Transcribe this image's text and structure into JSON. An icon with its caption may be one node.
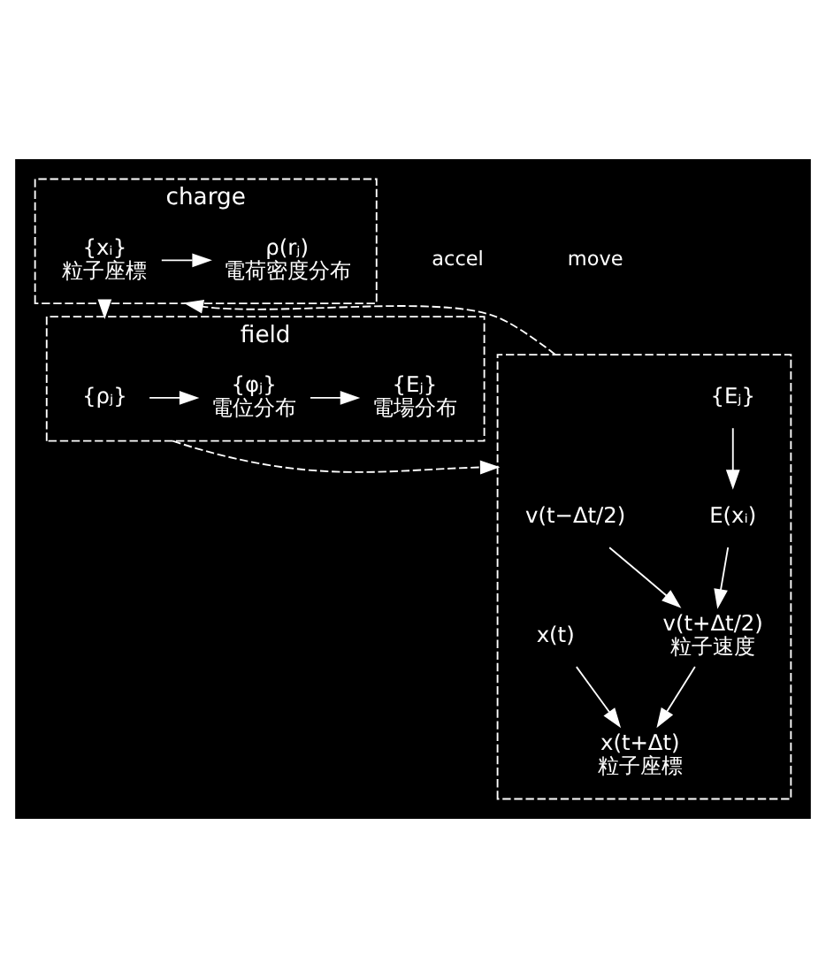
{
  "diagram": {
    "nodes": [
      {
        "text": [
          "charge"
        ]
      },
      {
        "text": [
          "{xᵢ}"
        ],
        "in": 0,
        "beside": [
          "粒子座標"
        ]
      },
      {
        "text": [
          "ρ(rⱼ)"
        ],
        "in": 0,
        "beside": [
          "電荷密度分布"
        ]
      },
      {
        "text": [
          "field"
        ]
      },
      {
        "text": [
          "{ρⱼ}"
        ],
        "in": 3
      },
      {
        "text": [
          "{φⱼ}"
        ],
        "in": 3,
        "beside": [
          "電位分布"
        ]
      },
      {
        "text": [
          "{Eⱼ}"
        ],
        "in": 3,
        "beside": [
          "電場分布"
        ]
      },
      {
        "text": [],
        "shape": "box"
      },
      {
        "text": [
          "E(xᵢ)"
        ],
        "in": 7
      },
      {
        "text": [
          "{Eⱼ}"
        ],
        "in": 7
      },
      {
        "text": [
          "v(t−Δt/2)"
        ],
        "in": 7
      },
      {
        "text": [
          "v(t+Δt/2)"
        ],
        "in": 7,
        "beside": [
          "粒子速度"
        ]
      },
      {
        "text": [
          "x(t)"
        ],
        "in": 7
      },
      {
        "text": [
          "x(t+Δt)"
        ],
        "in": 7,
        "beside": [
          "粒子座標"
        ]
      }
    ],
    "edges": [
      {
        "from": 1,
        "to": 2,
        "arrow": "to"
      },
      {
        "from": 4,
        "to": 5,
        "arrow": "to"
      },
      {
        "from": 5,
        "to": 6,
        "arrow": "to"
      },
      {
        "from": 9,
        "to": 8,
        "arrow": "to"
      },
      {
        "from": 8,
        "to": 11,
        "arrow": "to"
      },
      {
        "from": 10,
        "to": 11,
        "arrow": "to"
      },
      {
        "from": 11,
        "to": 13,
        "arrow": "to"
      },
      {
        "from": 12,
        "to": 13,
        "arrow": "to"
      },
      {
        "from": 0,
        "to": 3,
        "arrow": "to",
        "style": "dashed"
      },
      {
        "from": 3,
        "to": 7,
        "arrow": "to",
        "style": "dashed"
      },
      {
        "from": 7,
        "to": 0,
        "arrow": "to",
        "style": "dashed"
      }
    ],
    "labels": [
      "accel",
      "move"
    ]
  }
}
